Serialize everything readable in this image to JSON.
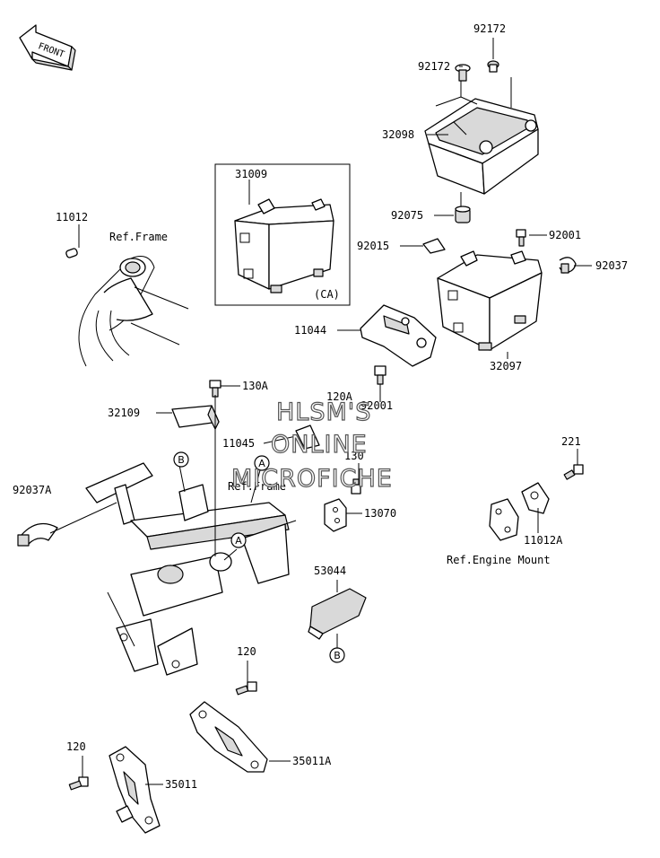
{
  "front_arrow": "FRONT",
  "labels": {
    "p92172_top": "92172",
    "p92172_left": "92172",
    "p32098": "32098",
    "p31009": "31009",
    "p92075": "92075",
    "p11012": "11012",
    "ref_frame_top": "Ref.Frame",
    "p92001_top": "92001",
    "p92015": "92015",
    "p92037": "92037",
    "ca": "(CA)",
    "p11044": "11044",
    "p32097": "32097",
    "p130a": "130A",
    "p120a": "120A",
    "p92001_mid": "92001",
    "p32109": "32109",
    "p11045": "11045",
    "p130": "130",
    "p221": "221",
    "p92037a": "92037A",
    "ref_frame_mid": "Ref.Frame",
    "p13070": "13070",
    "p11012a": "11012A",
    "ref_engine_mount": "Ref.Engine Mount",
    "p53044": "53044",
    "p120_mid": "120",
    "p35011a": "35011A",
    "p120_low": "120",
    "p35011": "35011"
  },
  "markers": {
    "a1": "A",
    "a2": "A",
    "b1": "B",
    "b2": "B"
  },
  "watermark": {
    "line1": "HLSM'S",
    "line2": "ONLINE",
    "line3": "MICROFICHE"
  }
}
